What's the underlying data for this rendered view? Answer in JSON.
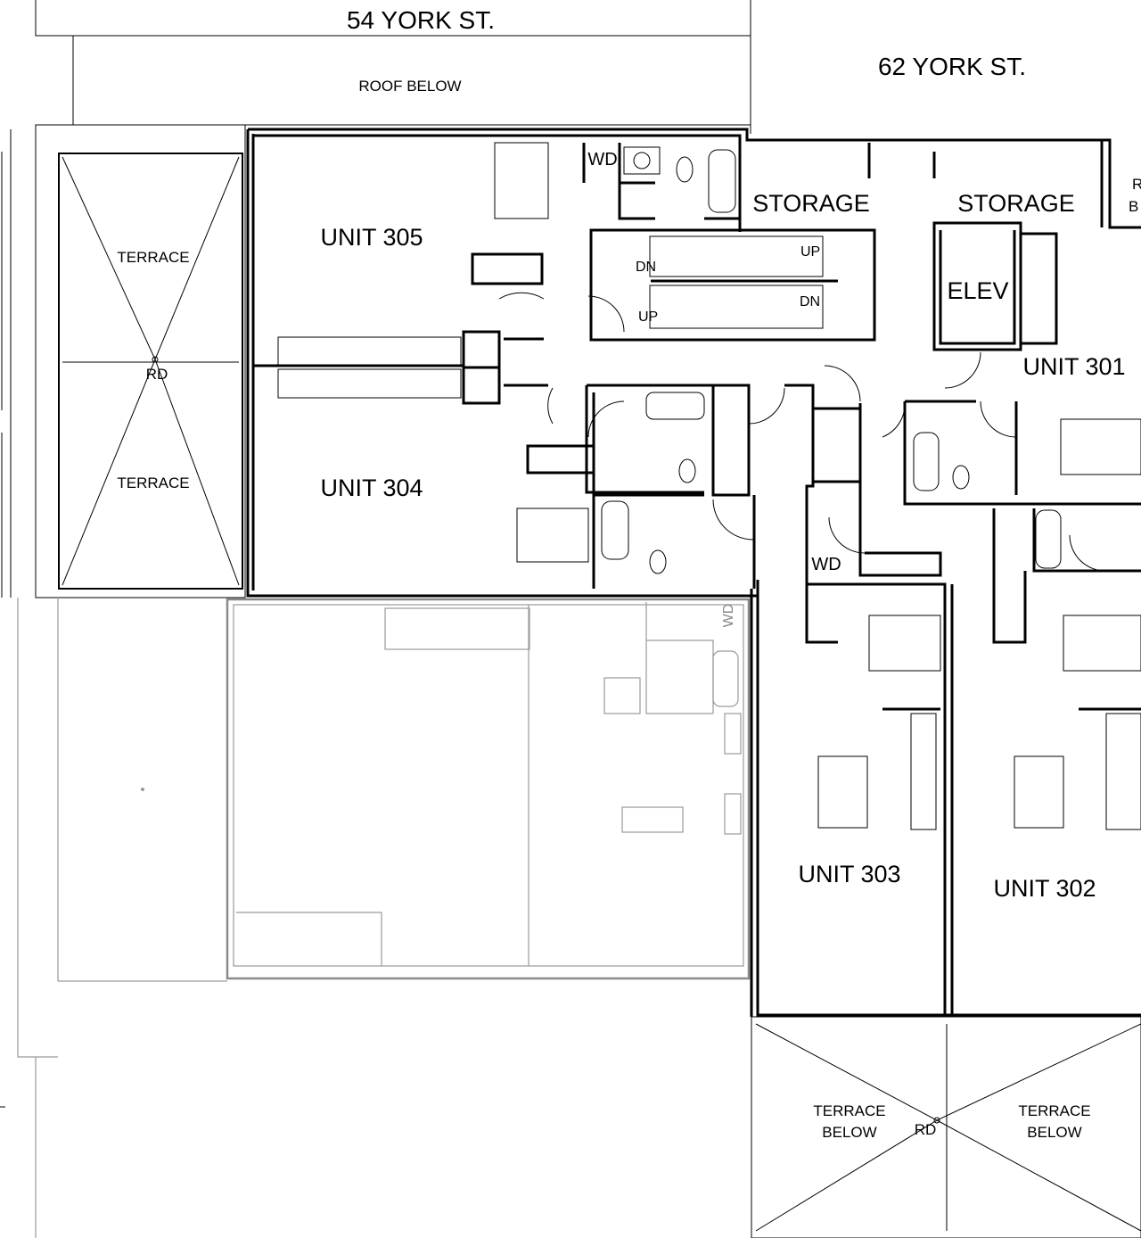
{
  "streets": {
    "left": "54 YORK ST.",
    "right": "62 YORK ST."
  },
  "roof_below": "ROOF BELOW",
  "terraces": {
    "upper": "TERRACE",
    "lower": "TERRACE",
    "roof_drain": "RD"
  },
  "units": {
    "u305": "UNIT 305",
    "u304": "UNIT 304",
    "u303": "UNIT 303",
    "u302": "UNIT 302",
    "u301": "UNIT 301"
  },
  "rooms": {
    "storage_left": "STORAGE",
    "storage_right": "STORAGE",
    "elevator": "ELEV",
    "wd_305": "WD",
    "wd_303": "WD",
    "wd_lower": "WD"
  },
  "stairs": {
    "dn_upper": "DN",
    "up_upper": "UP",
    "dn_lower": "DN",
    "up_lower": "UP"
  },
  "terraces_below": {
    "left_line1": "TERRACE",
    "left_line2": "BELOW",
    "right_line1": "TERRACE",
    "right_line2": "BELOW",
    "roof_drain": "RD"
  },
  "cut_off": {
    "line1": "R",
    "line2": "B"
  }
}
